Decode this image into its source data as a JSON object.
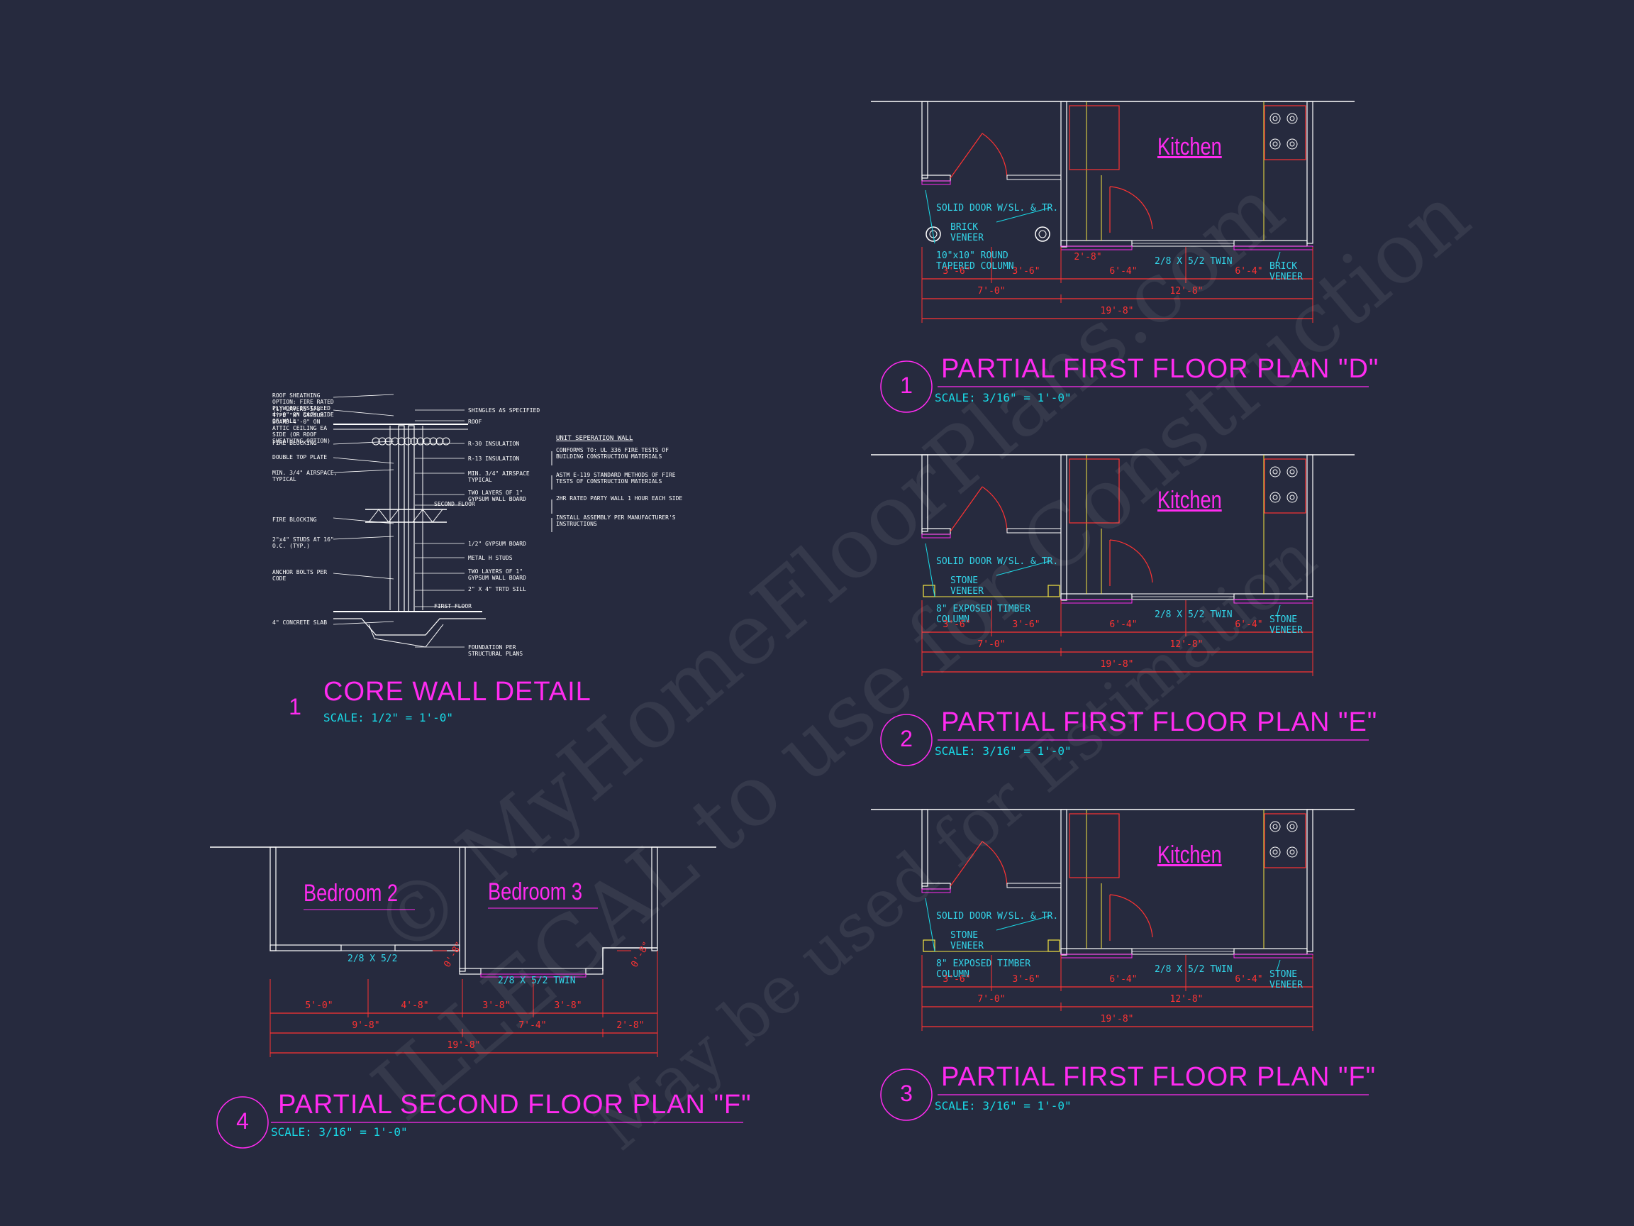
{
  "watermark": {
    "line1": "© MyHomeFloorPlans.com",
    "line2": "ILLEGAL to use for Construction",
    "line3": "May be used for Estimation"
  },
  "core_wall": {
    "number": "1",
    "title": "CORE WALL DETAIL",
    "scale": "SCALE: 1/2\" = 1'-0\"",
    "left_notes": [
      "ROOF SHEATHING OPTION: FIRE RATED PLYWOOD INSTALLED 4'-0\" ON EACH SIDE OF WALL",
      "(1) LAYERS 5/8\" TYPE \"X\" GYPSUM BOARD 4'-0\" ON ATTIC CEILING EA SIDE (OR ROOF SHEATHING OPTION)",
      "FIRE BLOCKING",
      "DOUBLE TOP PLATE",
      "MIN. 3/4\" AIRSPACE, TYPICAL",
      "FIRE BLOCKING",
      "2\"x4\" STUDS AT 16\" O.C. (TYP.)",
      "ANCHOR BOLTS PER CODE",
      "4\" CONCRETE SLAB"
    ],
    "right_notes": [
      "SHINGLES AS SPECIFIED",
      "ROOF",
      "R-30 INSULATION",
      "R-13 INSULATION",
      "MIN. 3/4\" AIRSPACE TYPICAL",
      "TWO LAYERS OF 1\" GYPSUM WALL BOARD",
      "SECOND FLOOR",
      "1/2\" GYPSUM BOARD",
      "METAL H STUDS",
      "TWO LAYERS OF 1\" GYPSUM WALL BOARD",
      "2\" X 4\" TRTD SILL",
      "FIRST FLOOR",
      "FOUNDATION PER STRUCTURAL PLANS"
    ],
    "spec_heading": "UNIT SEPERATION WALL",
    "spec_notes": [
      "CONFORMS TO: UL 336 FIRE TESTS OF BUILDING CONSTRUCTION MATERIALS",
      "ASTM E-119 STANDARD METHODS OF FIRE TESTS OF CONSTRUCTION MATERIALS",
      "2HR RATED PARTY WALL 1 HOUR EACH SIDE",
      "INSTALL ASSEMBLY PER MANUFACTURER'S INSTRUCTIONS"
    ]
  },
  "plans": [
    {
      "number": "1",
      "title": "PARTIAL FIRST FLOOR PLAN \"D\"",
      "scale": "SCALE: 3/16\" = 1'-0\"",
      "room": "Kitchen",
      "door_note": "SOLID DOOR W/SL. & TR.",
      "veneer_note": "BRICK VENEER",
      "column_note": "10\"x10\" ROUND TAPERED COLUMN",
      "window_note": "2/8 X 5/2 TWIN",
      "right_note": "BRICK VENEER",
      "small_dim": "2'-8\"",
      "dims_row1": [
        "3'-6\"",
        "3'-6\"",
        "6'-4\"",
        "6'-4\""
      ],
      "dims_row2": [
        "7'-0\"",
        "12'-8\""
      ],
      "dims_row3": [
        "19'-8\""
      ]
    },
    {
      "number": "2",
      "title": "PARTIAL FIRST FLOOR PLAN \"E\"",
      "scale": "SCALE: 3/16\" = 1'-0\"",
      "room": "Kitchen",
      "door_note": "SOLID DOOR W/SL. & TR.",
      "veneer_note": "STONE VENEER",
      "column_note": "8\" EXPOSED TIMBER COLUMN",
      "window_note": "2/8 X 5/2 TWIN",
      "right_note": "STONE VENEER",
      "small_dim": "",
      "dims_row1": [
        "3'-6\"",
        "3'-6\"",
        "6'-4\"",
        "6'-4\""
      ],
      "dims_row2": [
        "7'-0\"",
        "12'-8\""
      ],
      "dims_row3": [
        "19'-8\""
      ]
    },
    {
      "number": "3",
      "title": "PARTIAL FIRST FLOOR PLAN \"F\"",
      "scale": "SCALE: 3/16\" = 1'-0\"",
      "room": "Kitchen",
      "door_note": "SOLID DOOR W/SL. & TR.",
      "veneer_note": "STONE VENEER",
      "column_note": "8\" EXPOSED TIMBER COLUMN",
      "window_note": "2/8 X 5/2 TWIN",
      "right_note": "STONE VENEER",
      "small_dim": "",
      "dims_row1": [
        "3'-6\"",
        "3'-6\"",
        "6'-4\"",
        "6'-4\""
      ],
      "dims_row2": [
        "7'-0\"",
        "12'-8\""
      ],
      "dims_row3": [
        "19'-8\""
      ]
    }
  ],
  "second_floor": {
    "number": "4",
    "title": "PARTIAL SECOND FLOOR PLAN \"F\"",
    "scale": "SCALE: 3/16\" = 1'-0\"",
    "rooms": [
      "Bedroom 2",
      "Bedroom 3"
    ],
    "windows": [
      "2/8 X 5/2",
      "2/8 X 5/2 TWIN"
    ],
    "angle_dims": [
      "0'-8\"",
      "0'-8\""
    ],
    "dims_row1": [
      "5'-0\"",
      "4'-8\"",
      "3'-8\"",
      "3'-8\""
    ],
    "dims_row2": [
      "9'-8\"",
      "7'-4\"",
      "2'-8\""
    ],
    "dims_row3": [
      "19'-8\""
    ]
  },
  "colors": {
    "background": "#262a3e",
    "title": "#ff2bf0",
    "scale": "#19d9e6",
    "dimension": "#ff3333",
    "wall": "#ffffff",
    "fixture": "#ff3333",
    "veneer": "#ff2bf0",
    "cabinet_line": "#f5e642"
  }
}
